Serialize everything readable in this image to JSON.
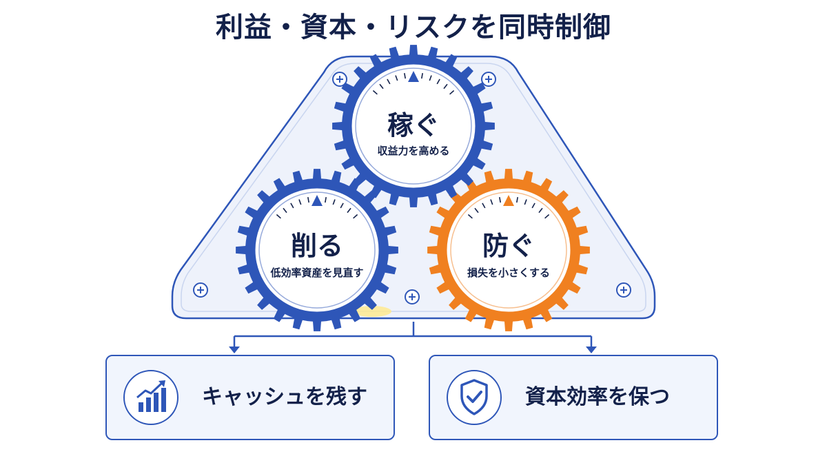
{
  "title": "利益・資本・リスクを同時制御",
  "gears": {
    "top": {
      "title": "稼ぐ",
      "subtitle": "収益力を高める"
    },
    "left": {
      "title": "削る",
      "subtitle": "低効率資産を見直す"
    },
    "right": {
      "title": "防ぐ",
      "subtitle": "損失を小さくする"
    }
  },
  "outcomes": {
    "left": {
      "label": "キャッシュを残す",
      "icon": "bar-chart-trend-icon"
    },
    "right": {
      "label": "資本効率を保つ",
      "icon": "shield-check-icon"
    }
  },
  "colors": {
    "navy": "#13214a",
    "blue": "#2e56b8",
    "orange": "#f08020",
    "panel": "#eef2fb"
  }
}
